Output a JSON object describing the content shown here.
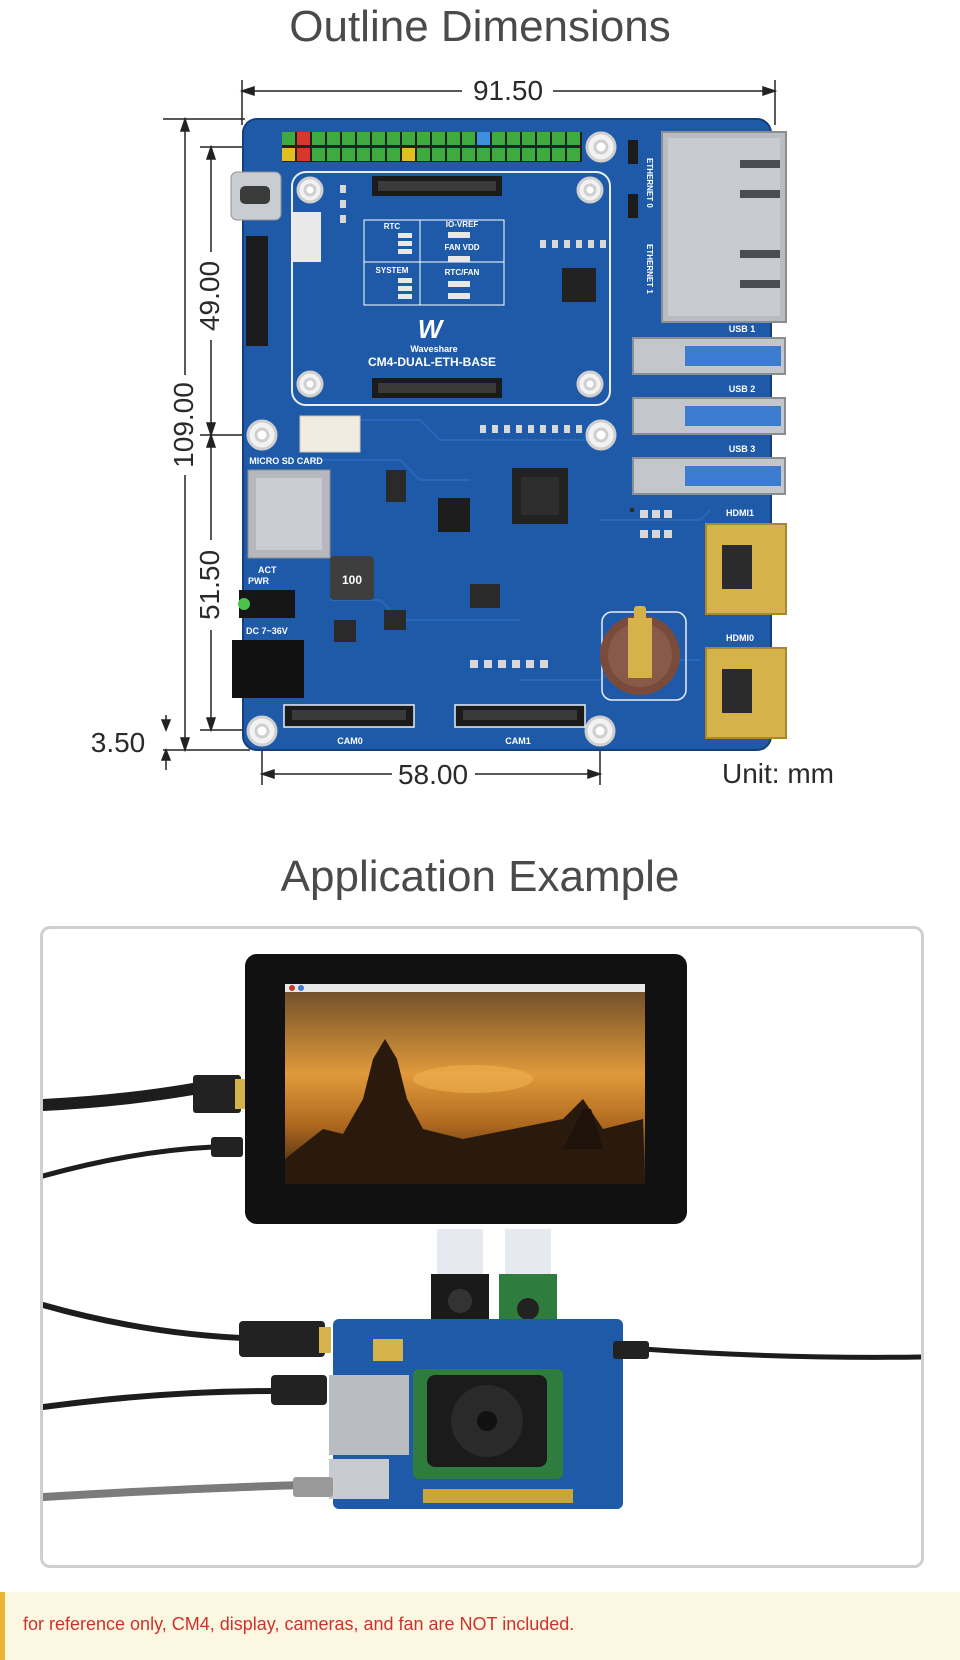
{
  "outline": {
    "title": "Outline Dimensions",
    "dimensions": {
      "width_top": "91.50",
      "height_total": "109.00",
      "height_upper": "49.00",
      "height_lower": "51.50",
      "margin": "3.50",
      "width_bottom": "58.00"
    },
    "unit": "Unit: mm"
  },
  "board": {
    "brand": "Waveshare",
    "model": "CM4-DUAL-ETH-BASE",
    "labels": {
      "ethernet0": "ETHERNET 0",
      "ethernet1": "ETHERNET 1",
      "usb1": "USB 1",
      "usb2": "USB 2",
      "usb3": "USB 3",
      "hdmi1": "HDMI1",
      "hdmi0": "HDMI0",
      "micro_sd": "MICRO SD CARD",
      "act": "ACT",
      "pwr": "PWR",
      "dc": "DC 7~36V",
      "cam0": "CAM0",
      "cam1": "CAM1",
      "rtc": "RTC",
      "io_vref": "IO-VREF",
      "fan_vdd": "FAN VDD",
      "system": "SYSTEM",
      "rtc_fan": "RTC/FAN",
      "inductor": "100"
    },
    "colors": {
      "pcb": "#1f5aa8",
      "gold": "#d6b24a"
    }
  },
  "application": {
    "title": "Application Example"
  },
  "note": {
    "text": "for reference only, CM4, display, cameras, and fan are NOT included."
  }
}
